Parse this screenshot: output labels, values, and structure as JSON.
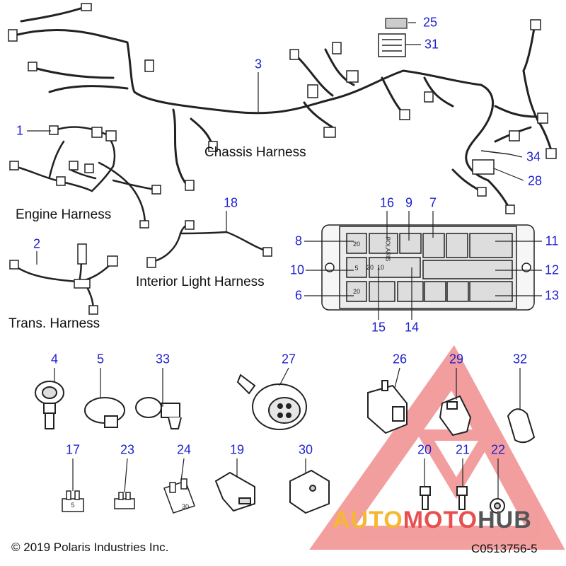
{
  "captions": {
    "chassis": "Chassis Harness",
    "engine": "Engine Harness",
    "interior": "Interior Light Harness",
    "trans": "Trans. Harness"
  },
  "footer": {
    "copyright": "© 2019 Polaris Industries Inc.",
    "code": "C0513756-5"
  },
  "callouts": {
    "n1": "1",
    "n2": "2",
    "n3": "3",
    "n4": "4",
    "n5": "5",
    "n6": "6",
    "n7": "7",
    "n8": "8",
    "n9": "9",
    "n10": "10",
    "n11": "11",
    "n12": "12",
    "n13": "13",
    "n14": "14",
    "n15": "15",
    "n16": "16",
    "n17": "17",
    "n18": "18",
    "n19": "19",
    "n20": "20",
    "n21": "21",
    "n22": "22",
    "n23": "23",
    "n24": "24",
    "n25": "25",
    "n26": "26",
    "n27": "27",
    "n28": "28",
    "n29": "29",
    "n30": "30",
    "n31": "31",
    "n32": "32",
    "n33": "33",
    "n34": "34"
  },
  "fuse_labels": {
    "f20a": "20",
    "f10a": "10",
    "f20b": "20",
    "f5": "5",
    "f20c": "20",
    "mini_a": "5",
    "mini_b": "30",
    "brand": "POLARIS"
  },
  "watermark": {
    "part1": "AUTO",
    "part2": "MOTO",
    "part3": "HUB",
    "color1": "#f7b733",
    "color2": "#e8504f",
    "color3": "#555555"
  },
  "colors": {
    "callout": "#1f1fd0",
    "line": "#222222"
  }
}
